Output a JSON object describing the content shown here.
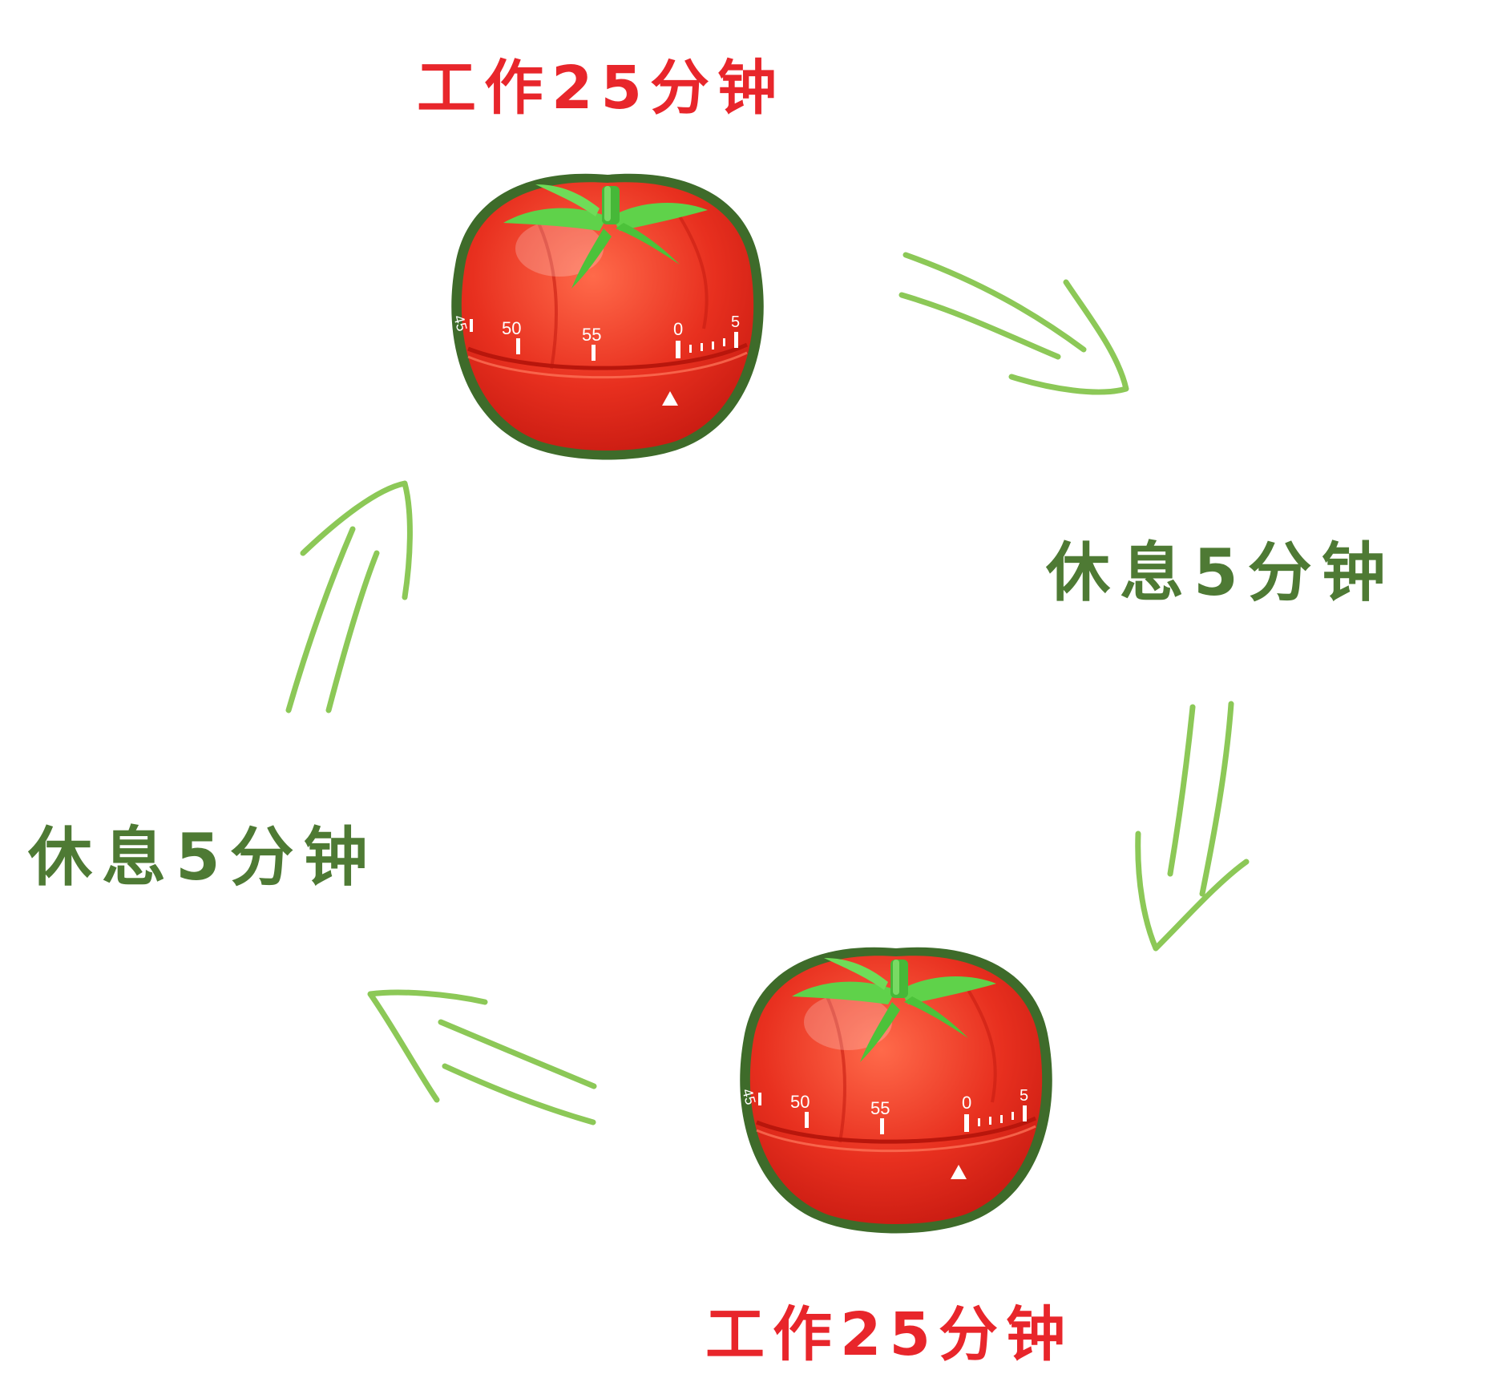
{
  "labels": {
    "work_top": "工作25分钟",
    "rest_right": "休息5分钟",
    "rest_left": "休息5分钟",
    "work_bottom": "工作25分钟"
  },
  "timer_dial": {
    "numbers": [
      "45",
      "50",
      "55",
      "0",
      "5"
    ]
  },
  "colors": {
    "work_text": "#e8262b",
    "rest_text": "#4e7a34",
    "arrow": "#8cc857",
    "tomato_body": "#e8301f",
    "tomato_outline": "#3e6b2a",
    "leaf": "#5fd24a"
  },
  "icons": [
    "tomato-timer-icon",
    "arrow-icon"
  ]
}
